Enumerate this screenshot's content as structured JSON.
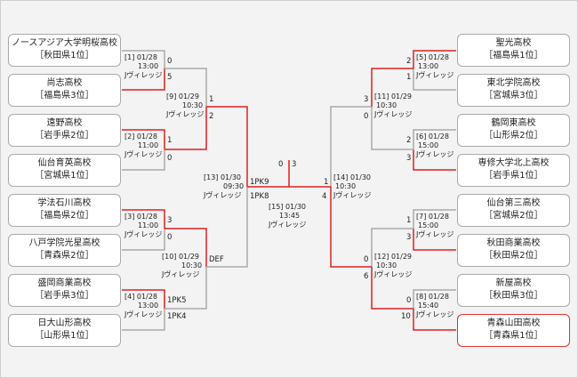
{
  "teams_left": [
    {
      "name": "ノースアジア大学明桜高校",
      "seed": "［秋田県1位］"
    },
    {
      "name": "尚志高校",
      "seed": "［福島県3位］"
    },
    {
      "name": "遠野高校",
      "seed": "［岩手県2位］"
    },
    {
      "name": "仙台育英高校",
      "seed": "［宮城県1位］"
    },
    {
      "name": "学法石川高校",
      "seed": "［福島県2位］"
    },
    {
      "name": "八戸学院光星高校",
      "seed": "［青森県2位］"
    },
    {
      "name": "盛岡商業高校",
      "seed": "［岩手県3位］"
    },
    {
      "name": "日大山形高校",
      "seed": "［山形県1位］"
    }
  ],
  "teams_right": [
    {
      "name": "聖光高校",
      "seed": "［福島県1位］"
    },
    {
      "name": "東北学院高校",
      "seed": "［宮城県3位］"
    },
    {
      "name": "鶴岡東高校",
      "seed": "［山形県2位］"
    },
    {
      "name": "専修大学北上高校",
      "seed": "［岩手県1位］"
    },
    {
      "name": "仙台第三高校",
      "seed": "［宮城県2位］"
    },
    {
      "name": "秋田商業高校",
      "seed": "［秋田県2位］"
    },
    {
      "name": "新屋高校",
      "seed": "［秋田県3位］"
    },
    {
      "name": "青森山田高校",
      "seed": "［青森県1位］"
    }
  ],
  "matches": [
    {
      "id": "m1",
      "l1": "[1] 01/28",
      "l2": "13:00",
      "l3": "Jヴィレッジ"
    },
    {
      "id": "m2",
      "l1": "[2] 01/28",
      "l2": "11:00",
      "l3": "Jヴィレッジ"
    },
    {
      "id": "m3",
      "l1": "[3] 01/28",
      "l2": "11:00",
      "l3": "Jヴィレッジ"
    },
    {
      "id": "m4",
      "l1": "[4] 01/28",
      "l2": "13:00",
      "l3": "Jヴィレッジ"
    },
    {
      "id": "m9",
      "l1": "[9] 01/29",
      "l2": "10:30",
      "l3": "Jヴィレッジ"
    },
    {
      "id": "m10",
      "l1": "[10] 01/29",
      "l2": "10:30",
      "l3": "Jヴィレッジ"
    },
    {
      "id": "m13",
      "l1": "[13] 01/30",
      "l2": "09:30",
      "l3": "Jヴィレッジ"
    },
    {
      "id": "m15",
      "l1": "[15] 01/30",
      "l2": "13:45",
      "l3": "Jヴィレッジ"
    },
    {
      "id": "m14",
      "l1": "[14] 01/30",
      "l2": "10:30",
      "l3": "Jヴィレッジ"
    },
    {
      "id": "m11",
      "l1": "[11] 01/29",
      "l2": "10:30",
      "l3": "Jヴィレッジ"
    },
    {
      "id": "m12",
      "l1": "[12] 01/29",
      "l2": "10:30",
      "l3": "Jヴィレッジ"
    },
    {
      "id": "m5",
      "l1": "[5] 01/28",
      "l2": "13:00",
      "l3": "Jヴィレッジ"
    },
    {
      "id": "m6",
      "l1": "[6] 01/28",
      "l2": "15:00",
      "l3": "Jヴィレッジ"
    },
    {
      "id": "m7",
      "l1": "[7] 01/28",
      "l2": "15:00",
      "l3": "Jヴィレッジ"
    },
    {
      "id": "m8",
      "l1": "[8] 01/28",
      "l2": "15:40",
      "l3": "Jヴィレッジ"
    }
  ],
  "scores": {
    "m1a": "0",
    "m1b": "5",
    "m2a": "1",
    "m2b": "0",
    "m3a": "3",
    "m3b": "0",
    "m4a": "1PK5",
    "m4b": "1PK4",
    "m9a": "1",
    "m9b": "2",
    "m10a": "DEF",
    "m13a": "1PK9",
    "m13b": "1PK8",
    "m15a": "0",
    "m15b": "3",
    "m14a": "1",
    "m14b": "4",
    "m11a": "3",
    "m11b": "0",
    "m12a": "0",
    "m12b": "6",
    "m5a": "2",
    "m5b": "1",
    "m6a": "2",
    "m6b": "3",
    "m7a": "1",
    "m7b": "3",
    "m8a": "0",
    "m8b": "10"
  },
  "colors": {
    "win_line": "#e02020",
    "lose_line": "#aaaaaa",
    "winner_border": "#d33333"
  }
}
